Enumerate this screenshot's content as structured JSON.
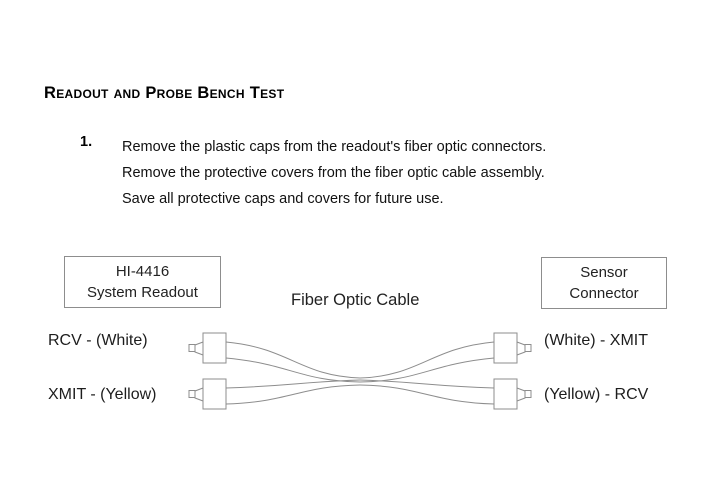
{
  "document": {
    "section_title": "Readout and Probe Bench Test"
  },
  "step": {
    "number": "1.",
    "lines": [
      "Remove the plastic caps from the readout's fiber optic connectors.",
      "Remove the protective covers from the fiber optic cable assembly.",
      "Save all protective caps and covers for future use."
    ]
  },
  "diagram": {
    "cable_title": "Fiber Optic Cable",
    "readout_box": {
      "line1": "HI-4416",
      "line2": "System Readout"
    },
    "sensor_box": {
      "line1": "Sensor",
      "line2": "Connector"
    },
    "ports": {
      "left_top": "RCV - (White)",
      "left_bottom": "XMIT - (Yellow)",
      "right_top": "(White) - XMIT",
      "right_bottom": "(Yellow) - RCV"
    },
    "colors": {
      "line": "#8d8d8d",
      "text": "#1d1d1d",
      "background": "#ffffff"
    }
  }
}
